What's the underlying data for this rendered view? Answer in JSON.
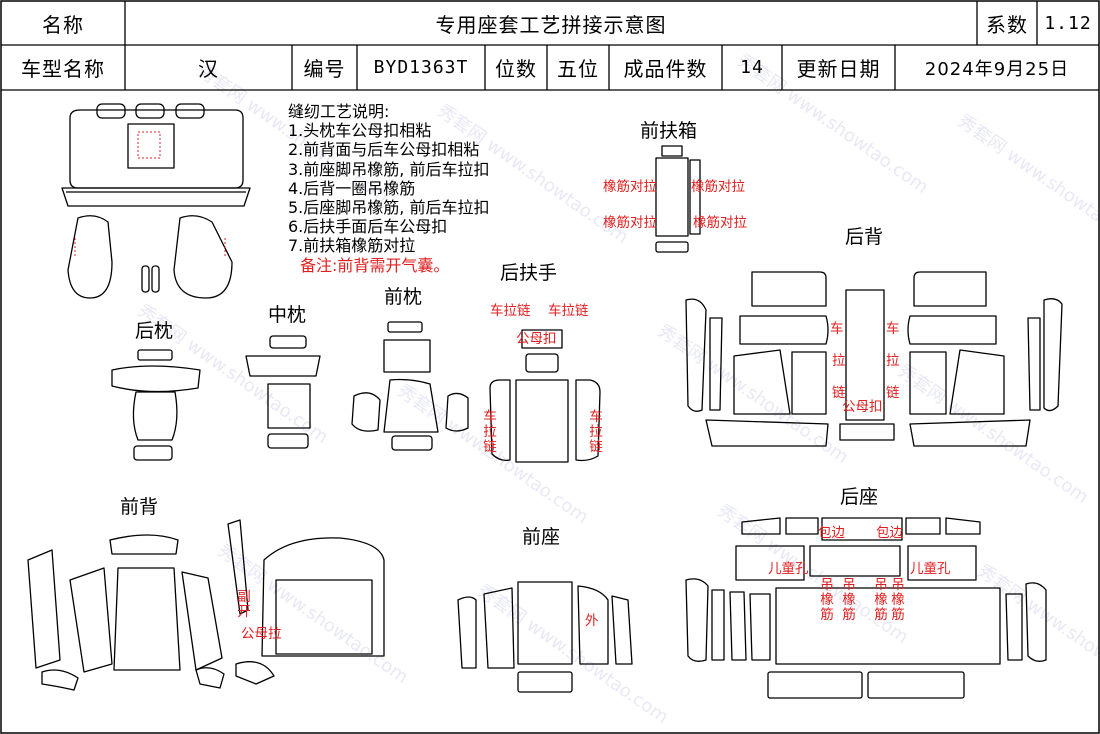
{
  "header": {
    "name_label": "名称",
    "title": "专用座套工艺拼接示意图",
    "coef_label": "系数",
    "coef_value": "1.12",
    "model_label": "车型名称",
    "model_value": "汉",
    "code_label": "编号",
    "code_value": "BYD1363T",
    "position_label": "位数",
    "position_value": "五位",
    "pieces_label": "成品件数",
    "pieces_value": "14",
    "date_label": "更新日期",
    "date_value": "2024年9月25日"
  },
  "notes": {
    "title": "缝纫工艺说明:",
    "items": [
      "1.头枕车公母扣相粘",
      "2.前背面与后车公母扣相粘",
      "3.前座脚吊橡筋, 前后车拉扣",
      "4.后背一圈吊橡筋",
      "5.后座脚吊橡筋, 前后车拉扣",
      "6.后扶手面后车公母扣",
      "7.前扶箱橡筋对拉"
    ],
    "remark": "备注:前背需开气囊。"
  },
  "sections": {
    "front_box": "前扶箱",
    "rear_armrest": "后扶手",
    "front_pillow": "前枕",
    "middle_pillow": "中枕",
    "rear_pillow": "后枕",
    "rear_back": "后背",
    "front_back": "前背",
    "front_seat": "前座",
    "rear_seat": "后座"
  },
  "annotations": {
    "elastic_pull": "橡筋对拉",
    "zipper": "车拉链",
    "snap": "公母扣",
    "zipper_vertical": "车拉链",
    "car_v": "车",
    "pull_v": "拉",
    "chain_v": "链",
    "airbag_slit": "副开",
    "snap_pull": "公母拉",
    "outer": "外",
    "edging": "包边",
    "child_hole": "儿童孔",
    "hang_elastic": "吊橡筋"
  },
  "watermark": {
    "brand": "秀套网",
    "url": "www.showtao.com"
  }
}
